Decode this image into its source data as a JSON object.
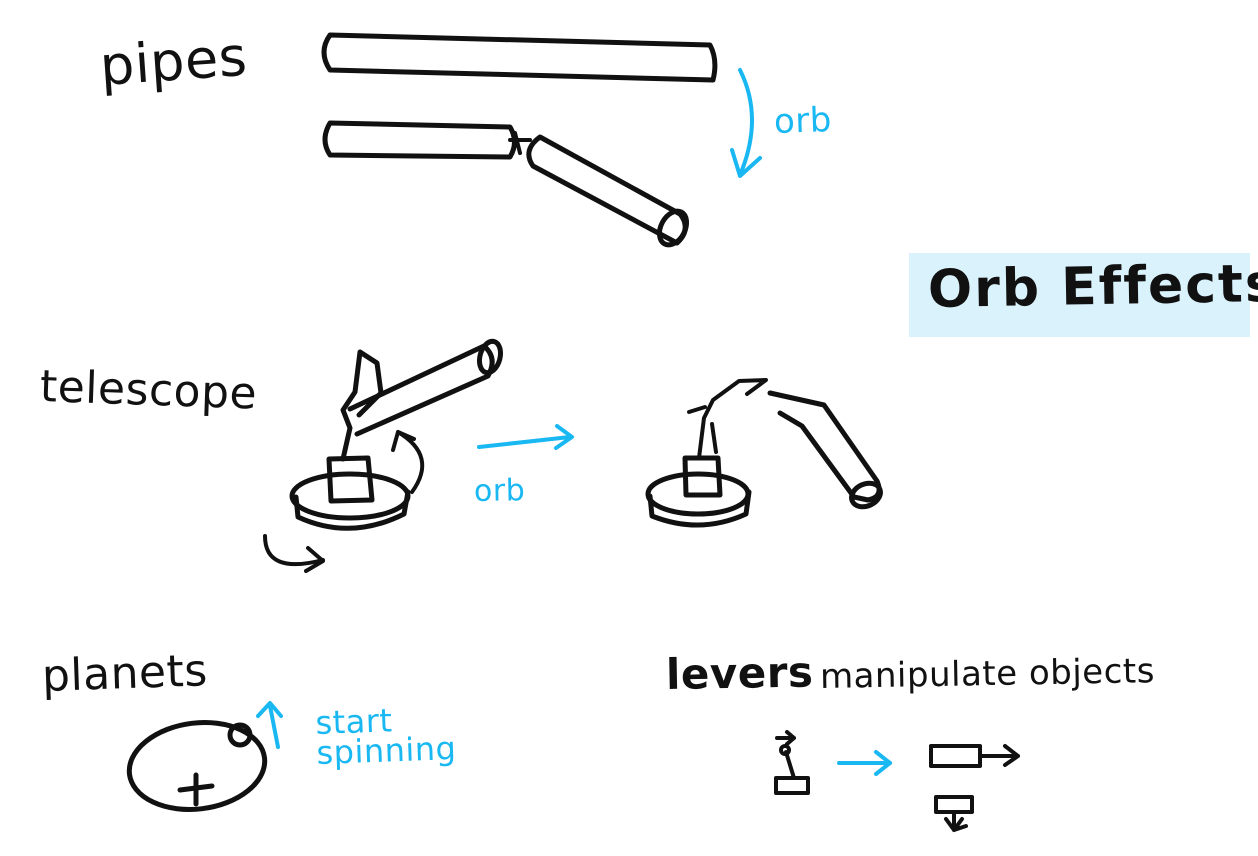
{
  "title": "Orb Effects",
  "sections": {
    "pipes": {
      "label": "pipes",
      "arrow_label": "orb"
    },
    "telescope": {
      "label": "telescope",
      "arrow_label": "orb"
    },
    "planets": {
      "label": "planets",
      "note": "start spinning"
    },
    "levers": {
      "label": "levers",
      "note": "manipulate objects"
    }
  },
  "colors": {
    "ink": "#111111",
    "accent": "#19b8f2",
    "highlight": "#d9f2fb",
    "background": "#ffffff"
  }
}
